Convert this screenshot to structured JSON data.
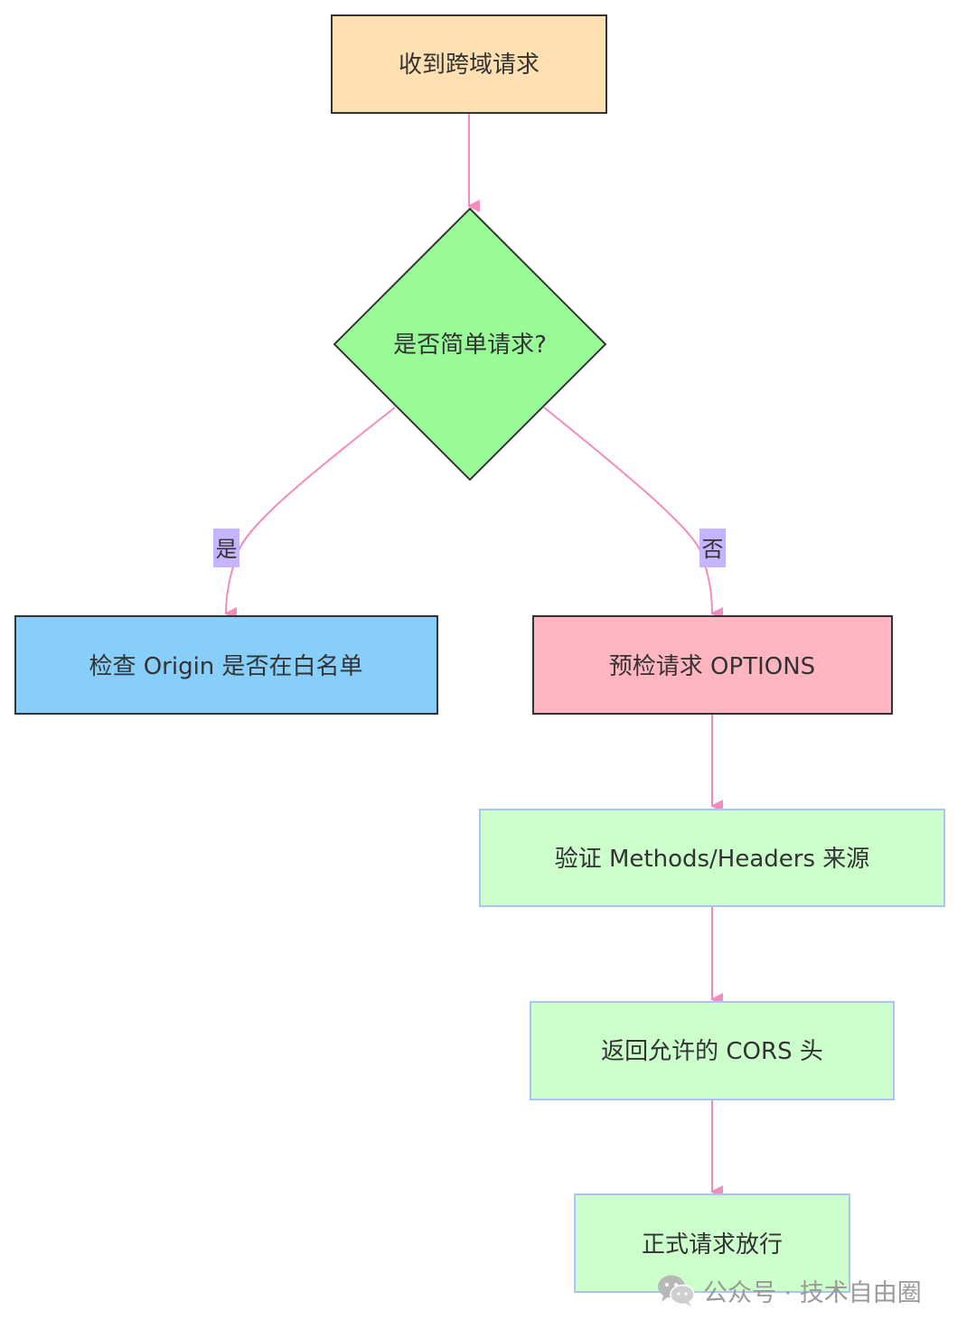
{
  "diagram": {
    "nodes": {
      "start": {
        "label": "收到跨域请求",
        "fill": "#FFE0B2",
        "stroke": "#333333"
      },
      "decision": {
        "label": "是否简单请求?",
        "fill": "#98FB98",
        "stroke": "#333333"
      },
      "check_origin": {
        "label": "检查 Origin 是否在白名单",
        "fill": "#87CEFA",
        "stroke": "#333333"
      },
      "preflight": {
        "label": "预检请求 OPTIONS",
        "fill": "#FFB6C1",
        "stroke": "#333333"
      },
      "verify": {
        "label": "验证 Methods/Headers 来源",
        "fill": "#CCFFCC",
        "stroke": "#A9C4F5"
      },
      "return_cors": {
        "label": "返回允许的 CORS 头",
        "fill": "#CCFFCC",
        "stroke": "#A9C4F5"
      },
      "allow": {
        "label": "正式请求放行",
        "fill": "#CCFFCC",
        "stroke": "#A9C4F5"
      }
    },
    "edge_labels": {
      "yes": "是",
      "no": "否"
    },
    "colors": {
      "edge": "#F38BBF",
      "edge_label_bg": "#C6B4FF"
    }
  },
  "watermark": {
    "icon": "wechat-icon",
    "text": "公众号 · 技术自由圈"
  }
}
